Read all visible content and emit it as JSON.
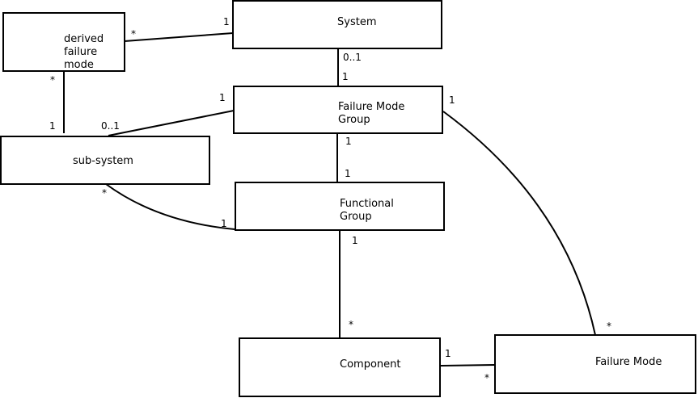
{
  "entities": {
    "system": {
      "lines": [
        "System"
      ]
    },
    "derived_failure_mode": {
      "lines": [
        "derived",
        "failure",
        "mode"
      ]
    },
    "failure_mode_group": {
      "lines": [
        "Failure Mode",
        "Group"
      ]
    },
    "sub_system": {
      "lines": [
        "sub-system"
      ]
    },
    "functional_group": {
      "lines": [
        "Functional",
        "Group"
      ]
    },
    "component": {
      "lines": [
        "Component"
      ]
    },
    "failure_mode": {
      "lines": [
        "Failure Mode"
      ]
    }
  },
  "relations": {
    "derived_to_system": {
      "from_mult": "*",
      "to_mult": "1"
    },
    "system_to_fmg": {
      "from_mult": "0..1",
      "to_mult": "1"
    },
    "derived_to_subsystem": {
      "from_mult": "*",
      "to_mult": "1"
    },
    "subsystem_to_fmg": {
      "from_mult": "0..1",
      "to_mult": "1"
    },
    "fmg_to_functional": {
      "from_mult": "1",
      "to_mult": "1"
    },
    "subsystem_to_functional": {
      "from_mult": "*",
      "to_mult": "1"
    },
    "functional_to_component": {
      "from_mult": "1",
      "to_mult": "*"
    },
    "component_to_failuremode": {
      "from_mult": "1",
      "to_mult": "*"
    },
    "fmg_to_failuremode": {
      "from_mult": "1",
      "to_mult": "*"
    }
  }
}
